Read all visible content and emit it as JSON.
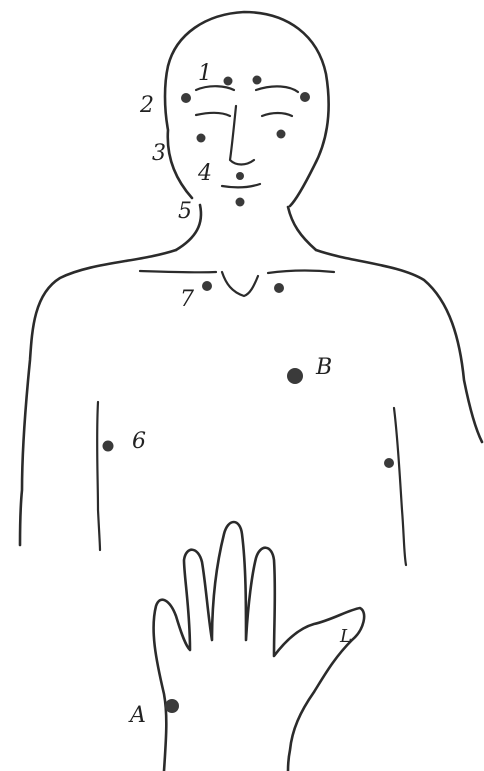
{
  "figure": {
    "colors": {
      "ink": "#2b2b2b",
      "point": "#3a3a3a",
      "background": "#ffffff"
    },
    "labels": {
      "p1": "1",
      "p2": "2",
      "p3": "3",
      "p4": "4",
      "p5": "5",
      "p6": "6",
      "p7": "7",
      "pB": "B",
      "pA": "A",
      "hand_letter": "L"
    }
  }
}
